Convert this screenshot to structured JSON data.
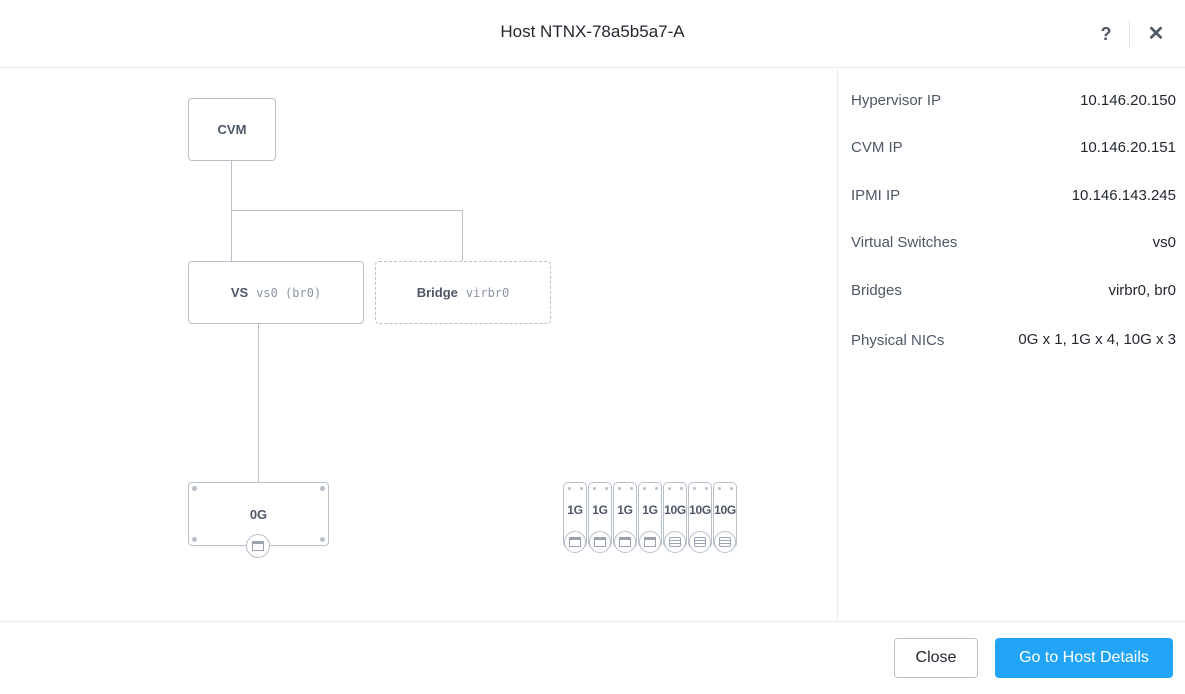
{
  "header": {
    "title": "Host NTNX-78a5b5a7-A",
    "help_label": "?",
    "close_label": "✕"
  },
  "diagram": {
    "cvm_label": "CVM",
    "vs_label": "VS",
    "vs_name": "vs0 (br0)",
    "bridge_label": "Bridge",
    "bridge_name": "virbr0",
    "nic_0g": "0G",
    "nics": [
      {
        "speed": "1G",
        "icon": "ethernet-port-icon"
      },
      {
        "speed": "1G",
        "icon": "ethernet-port-icon"
      },
      {
        "speed": "1G",
        "icon": "ethernet-port-icon"
      },
      {
        "speed": "1G",
        "icon": "ethernet-port-icon"
      },
      {
        "speed": "10G",
        "icon": "sfp-port-icon"
      },
      {
        "speed": "10G",
        "icon": "sfp-port-icon"
      },
      {
        "speed": "10G",
        "icon": "sfp-port-icon"
      }
    ]
  },
  "details": [
    {
      "key": "Hypervisor IP",
      "value": "10.146.20.150"
    },
    {
      "key": "CVM IP",
      "value": "10.146.20.151"
    },
    {
      "key": "IPMI IP",
      "value": "10.146.143.245"
    },
    {
      "key": "Virtual Switches",
      "value": "vs0"
    },
    {
      "key": "Bridges",
      "value": "virbr0, br0"
    },
    {
      "key": "Physical NICs",
      "value": "0G x 1, 1G x 4, 10G x 3"
    }
  ],
  "footer": {
    "close_button": "Close",
    "go_button": "Go to Host Details"
  },
  "colors": {
    "primary": "#22a5f7",
    "line": "#b8c0ca"
  }
}
